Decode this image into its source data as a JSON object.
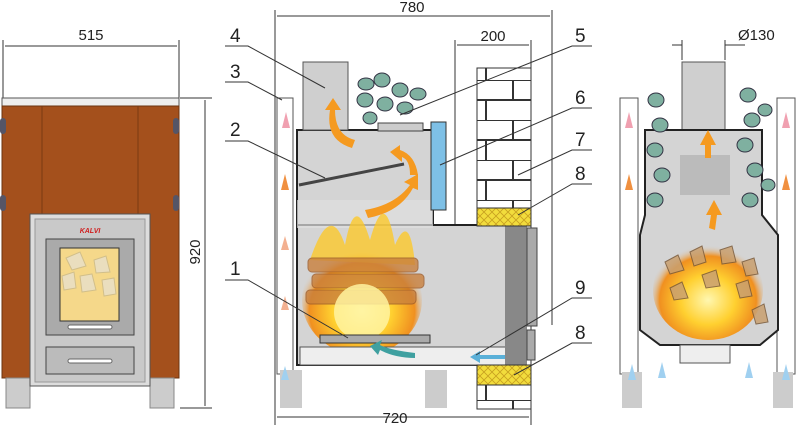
{
  "dimensions": {
    "front_width": "515",
    "height": "920",
    "total_depth": "780",
    "wall_thickness": "200",
    "base_depth": "720",
    "chimney_diameter": "Ø130"
  },
  "callouts": [
    "1",
    "2",
    "3",
    "4",
    "5",
    "6",
    "7",
    "8",
    "9",
    "8"
  ],
  "logo": "KALVI",
  "colors": {
    "cladding": "#a4501c",
    "steel": "#d4d4d4",
    "flame": "#f7b600",
    "insulation": "#f2dc3c",
    "water_tank": "#7ec0e6"
  }
}
